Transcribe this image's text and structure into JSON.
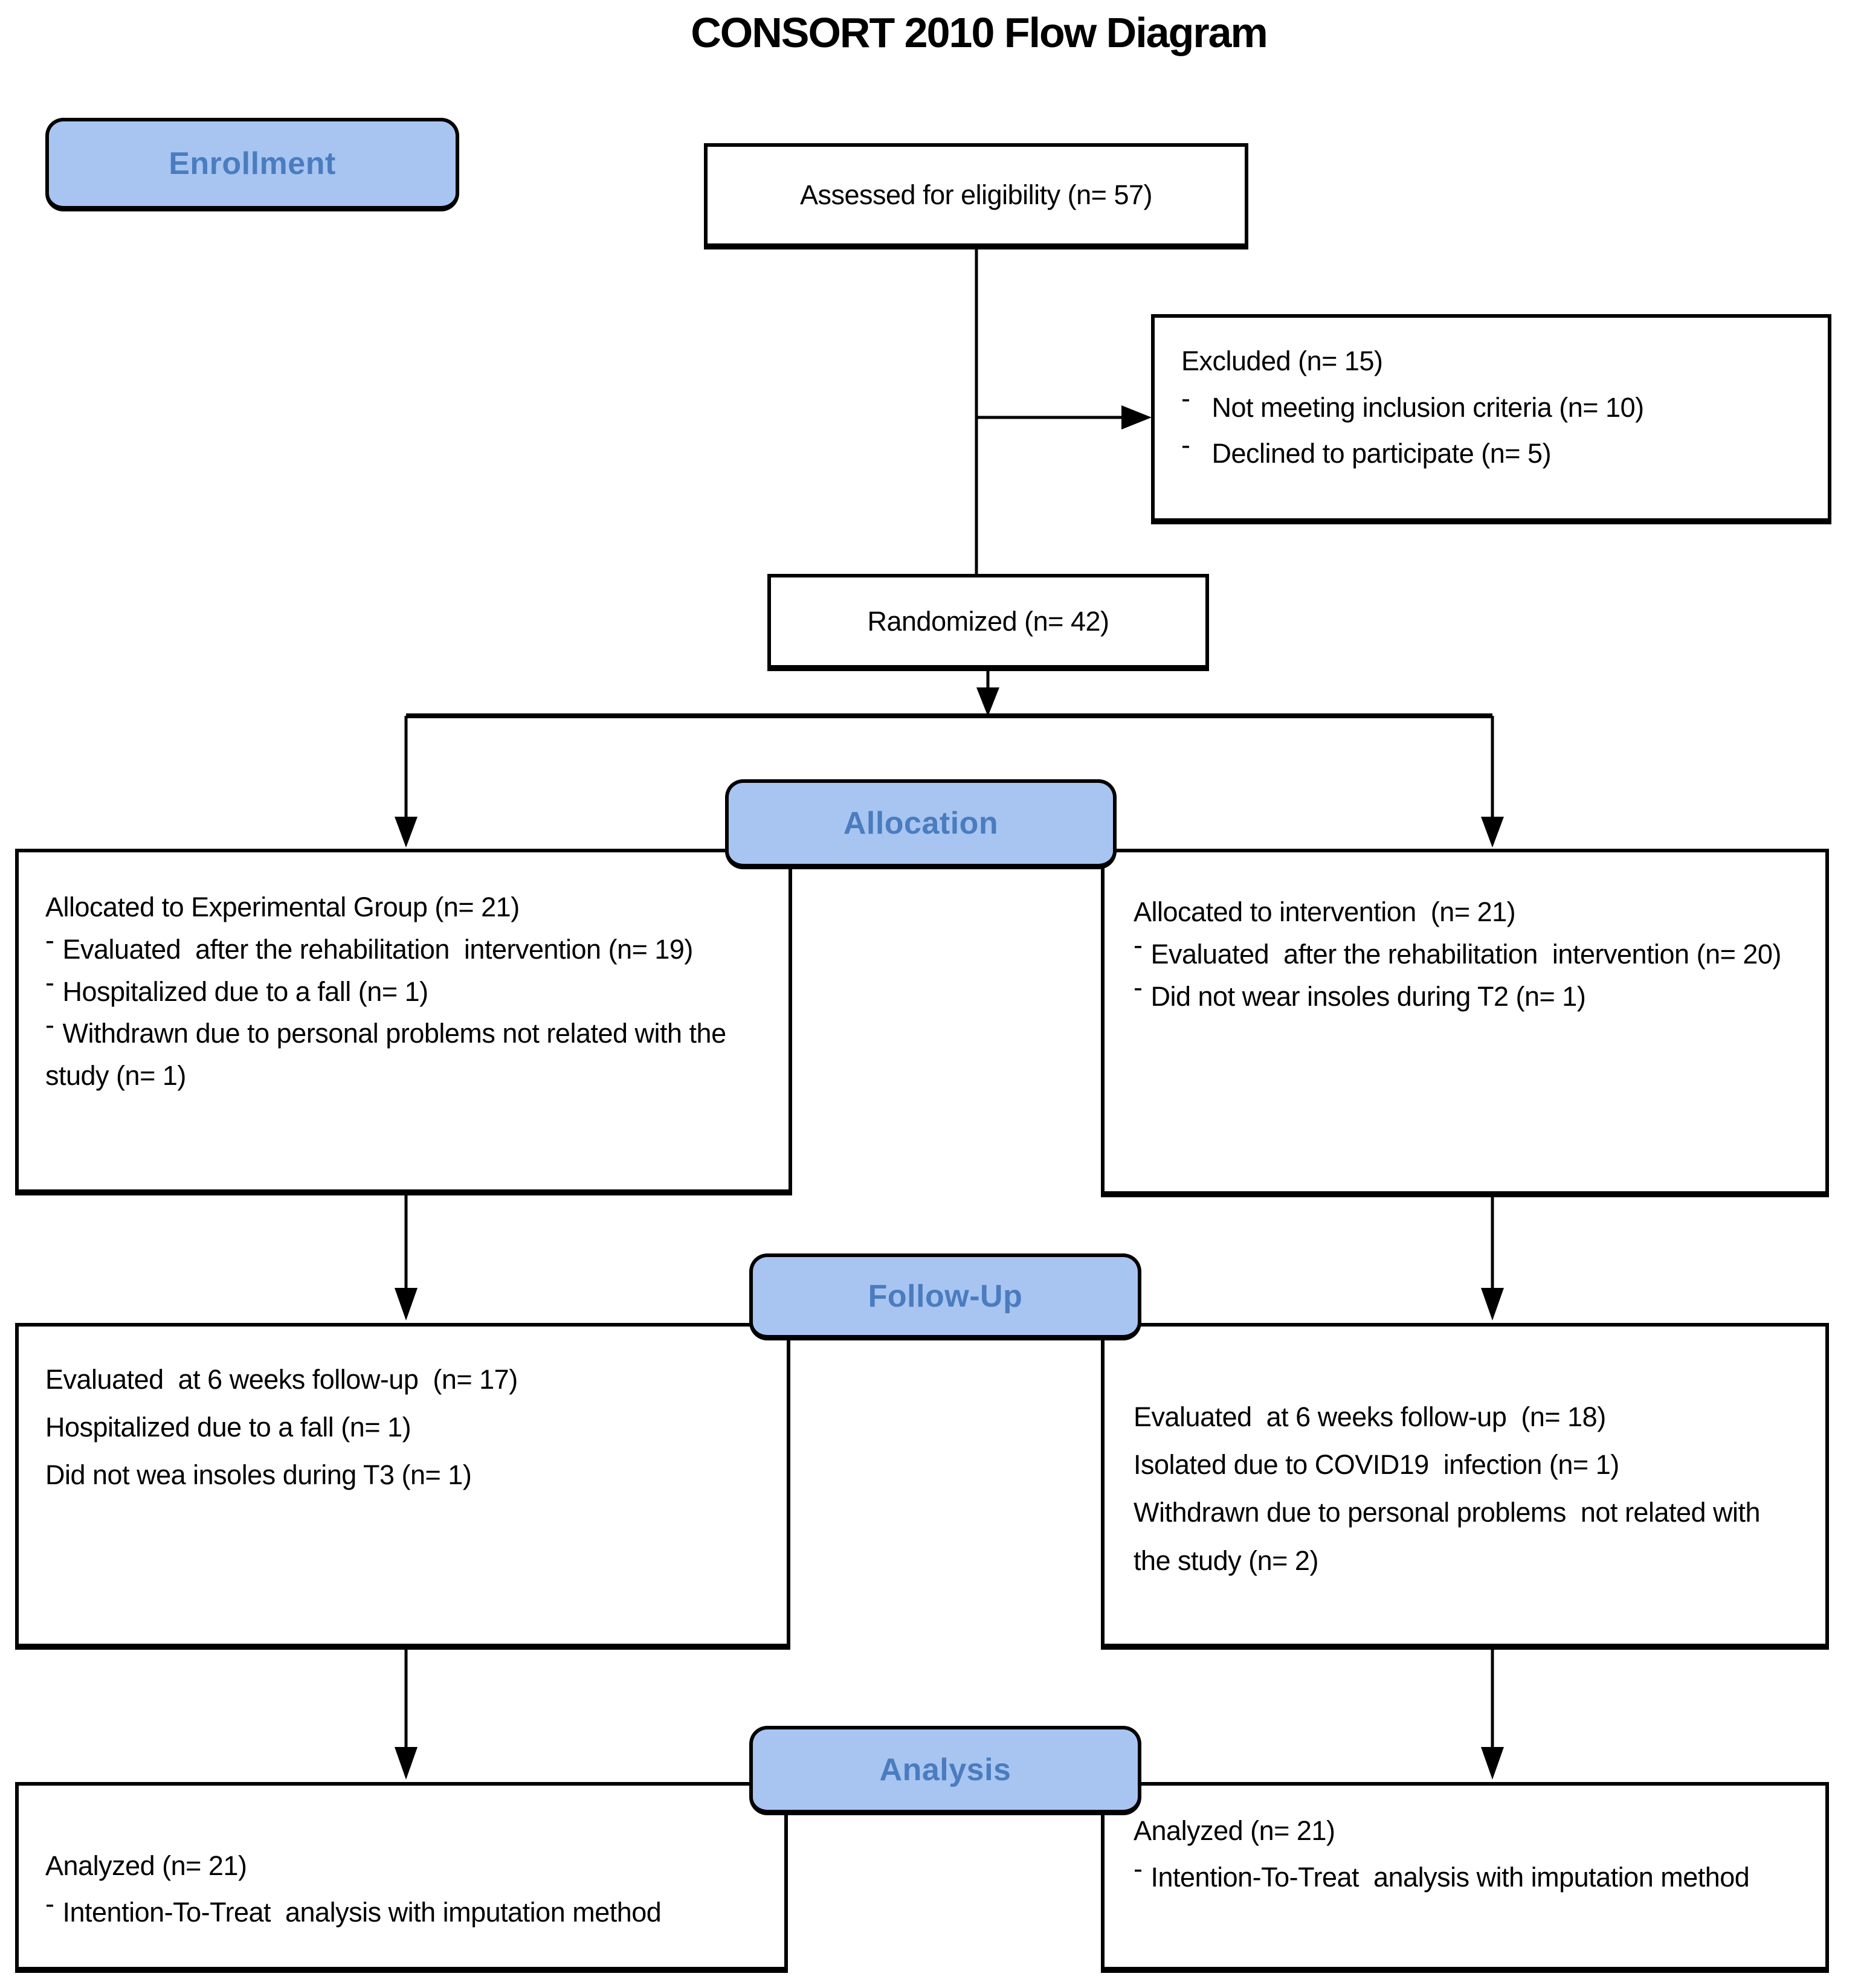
{
  "title": "CONSORT 2010 Flow Diagram",
  "bullet": "-",
  "stage_labels": {
    "enrollment": "Enrollment",
    "allocation": "Allocation",
    "followup": "Follow-Up",
    "analysis": "Analysis"
  },
  "boxes": {
    "assessed": "Assessed for eligibility (n= 57)",
    "excluded": {
      "title": "Excluded (n= 15)",
      "items": [
        "Not meeting inclusion criteria (n= 10)",
        "Declined to participate (n= 5)"
      ]
    },
    "randomized": "Randomized (n= 42)",
    "allocation_left": {
      "title": "Allocated to Experimental Group (n= 21)",
      "items": [
        "Evaluated  after the rehabilitation  intervention (n= 19)",
        "Hospitalized due to a fall (n= 1)",
        "Withdrawn due to personal problems not related with the study (n= 1)"
      ]
    },
    "allocation_right": {
      "title": "Allocated to intervention  (n= 21)",
      "items": [
        "Evaluated  after the rehabilitation  intervention (n= 20)",
        "Did not wear insoles during T2 (n= 1)"
      ]
    },
    "followup_left": {
      "lines": [
        "Evaluated  at 6 weeks follow-up  (n= 17)",
        "Hospitalized due to a fall (n= 1)",
        "Did not wea insoles during T3 (n= 1)"
      ]
    },
    "followup_right": {
      "lines": [
        "Evaluated  at 6 weeks follow-up  (n= 18)",
        "Isolated due to COVID19  infection (n= 1)",
        "Withdrawn due to personal problems  not related with the study (n= 2)"
      ]
    },
    "analysis_left": {
      "title": "Analyzed (n= 21)",
      "items": [
        "Intention-To-Treat  analysis with imputation method"
      ]
    },
    "analysis_right": {
      "title": "Analyzed (n= 21)",
      "items": [
        "Intention-To-Treat  analysis with imputation method"
      ]
    }
  },
  "colors": {
    "stage_fill": "#A8C5F1",
    "stage_text": "#4A7CBF",
    "line": "#000000"
  }
}
